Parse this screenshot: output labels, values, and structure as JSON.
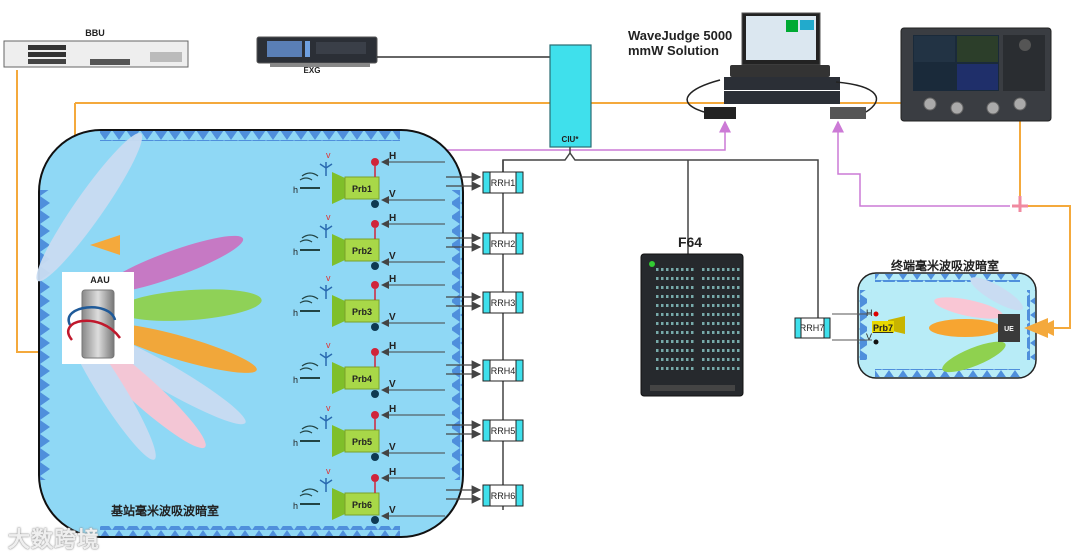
{
  "equipment": {
    "bbu": "BBU",
    "exg": "EXG",
    "wavejudge_line1": "WaveJudge 5000",
    "wavejudge_line2": "mmW Solution",
    "ciu": "CIU*",
    "f64": "F64",
    "aau": "AAU",
    "ue": "UE"
  },
  "chambers": {
    "base_station": "基站毫米波吸波暗室",
    "terminal": "终端毫米波吸波暗室"
  },
  "probes": [
    {
      "label": "Prb1",
      "rrh": "RRH1"
    },
    {
      "label": "Prb2",
      "rrh": "RRH2"
    },
    {
      "label": "Prb3",
      "rrh": "RRH3"
    },
    {
      "label": "Prb4",
      "rrh": "RRH4"
    },
    {
      "label": "Prb5",
      "rrh": "RRH5"
    },
    {
      "label": "Prb6",
      "rrh": "RRH6"
    }
  ],
  "terminal_probe": {
    "label": "Prb7",
    "rrh": "RRH7"
  },
  "port_labels": {
    "h": "H",
    "v": "V",
    "h_lower": "h",
    "v_lower": "v"
  },
  "colors": {
    "chamber_fill": "#8fd8f5",
    "terminal_fill": "#b8ecf7",
    "absorber": "#4f8fdc",
    "probe_green": "#9acd32",
    "ciu_cyan": "#3fe0ec",
    "rf_orange": "#f4a93c",
    "trace_purple": "#cc7ad6"
  },
  "watermark": "大数跨境"
}
